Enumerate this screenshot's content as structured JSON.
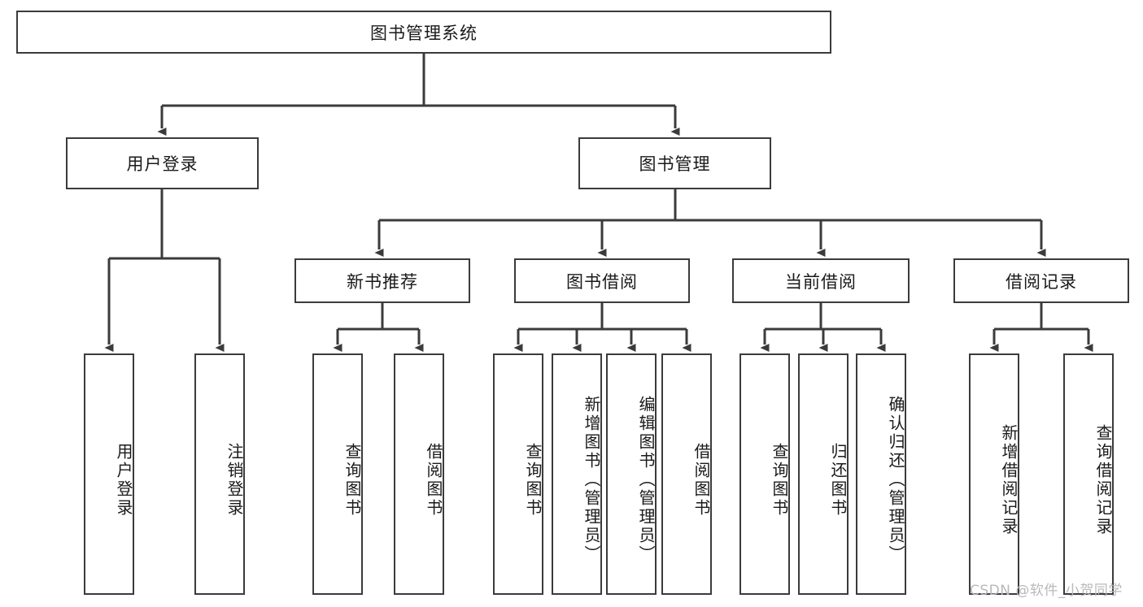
{
  "diagram": {
    "title": "图书管理系统",
    "type": "tree-hierarchy",
    "root": {
      "id": "root",
      "label": "图书管理系统"
    },
    "level2": [
      {
        "id": "user-login",
        "label": "用户登录"
      },
      {
        "id": "book-manage",
        "label": "图书管理"
      }
    ],
    "level3": [
      {
        "id": "new-book-rec",
        "label": "新书推荐",
        "parent": "book-manage"
      },
      {
        "id": "book-borrow",
        "label": "图书借阅",
        "parent": "book-manage"
      },
      {
        "id": "current-borrow",
        "label": "当前借阅",
        "parent": "book-manage"
      },
      {
        "id": "borrow-record",
        "label": "借阅记录",
        "parent": "book-manage"
      }
    ],
    "leaves": [
      {
        "id": "leaf-user-login",
        "label": "用户登录",
        "parent": "user-login"
      },
      {
        "id": "leaf-logout",
        "label": "注销登录",
        "parent": "user-login"
      },
      {
        "id": "leaf-query-book-1",
        "label": "查询图书",
        "parent": "new-book-rec"
      },
      {
        "id": "leaf-borrow-book-1",
        "label": "借阅图书",
        "parent": "new-book-rec"
      },
      {
        "id": "leaf-query-book-2",
        "label": "查询图书",
        "parent": "book-borrow"
      },
      {
        "id": "leaf-add-book",
        "label": "新增图书（管理员）",
        "parent": "book-borrow"
      },
      {
        "id": "leaf-edit-book",
        "label": "编辑图书（管理员）",
        "parent": "book-borrow"
      },
      {
        "id": "leaf-borrow-book-2",
        "label": "借阅图书",
        "parent": "book-borrow"
      },
      {
        "id": "leaf-query-book-3",
        "label": "查询图书",
        "parent": "current-borrow"
      },
      {
        "id": "leaf-return-book",
        "label": "归还图书",
        "parent": "current-borrow"
      },
      {
        "id": "leaf-confirm-return",
        "label": "确认归还（管理员）",
        "parent": "current-borrow"
      },
      {
        "id": "leaf-add-record",
        "label": "新增借阅记录",
        "parent": "borrow-record"
      },
      {
        "id": "leaf-query-record",
        "label": "查询借阅记录",
        "parent": "borrow-record"
      }
    ],
    "colors": {
      "stroke": "#3b3b3b",
      "fill": "#ffffff",
      "text": "#1a1a1a",
      "watermark": "#b9b9b9"
    }
  },
  "watermark": {
    "text": "CSDN @软件_小贺同学"
  }
}
